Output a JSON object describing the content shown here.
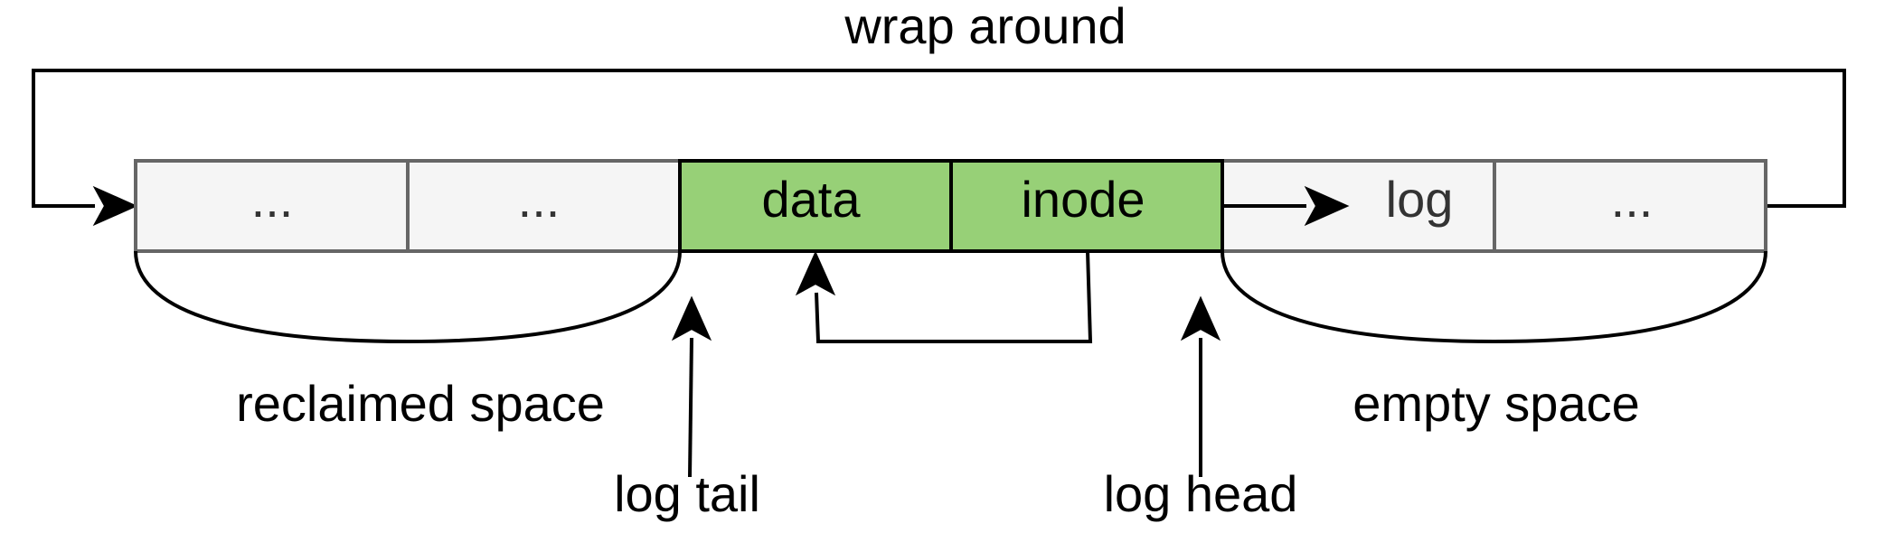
{
  "diagram": {
    "wrap_label": "wrap around",
    "blocks": [
      {
        "label": "...",
        "state": "empty"
      },
      {
        "label": "...",
        "state": "empty"
      },
      {
        "label": "data",
        "state": "used"
      },
      {
        "label": "inode",
        "state": "used"
      },
      {
        "label": "log",
        "state": "empty"
      },
      {
        "label": "...",
        "state": "empty"
      }
    ],
    "regions": {
      "reclaimed": "reclaimed space",
      "empty": "empty space"
    },
    "pointers": {
      "tail": "log tail",
      "head": "log head"
    },
    "colors": {
      "used_fill": "#97d077",
      "empty_fill": "#f5f5f5",
      "empty_stroke": "#666666",
      "line": "#000000"
    }
  }
}
